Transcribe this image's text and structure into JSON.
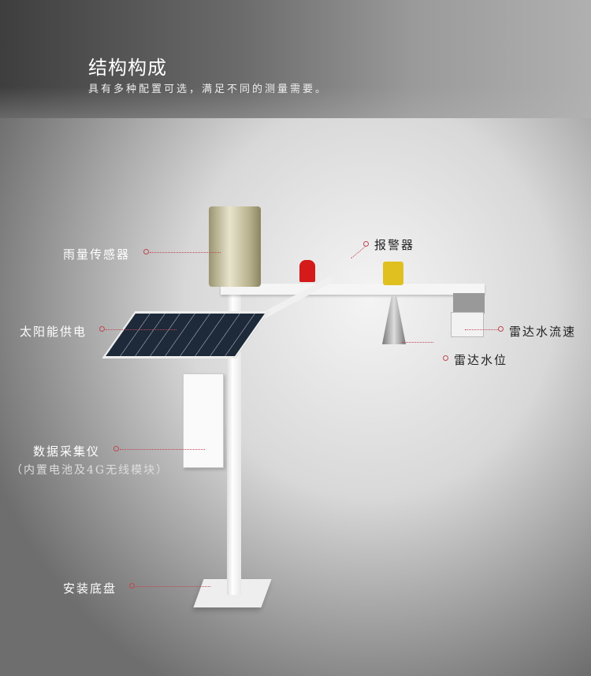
{
  "header": {
    "title": "结构构成",
    "subtitle": "具有多种配置可选，满足不同的测量需要。"
  },
  "labels": {
    "rain_gauge": "雨量传感器",
    "alarm": "报警器",
    "solar": "太阳能供电",
    "radar_flow": "雷达水流速",
    "radar_level": "雷达水位",
    "logger": "数据采集仪",
    "logger_note": "（内置电池及4G无线模块）",
    "base": "安装底盘"
  },
  "colors": {
    "accent": "#c0474f"
  }
}
